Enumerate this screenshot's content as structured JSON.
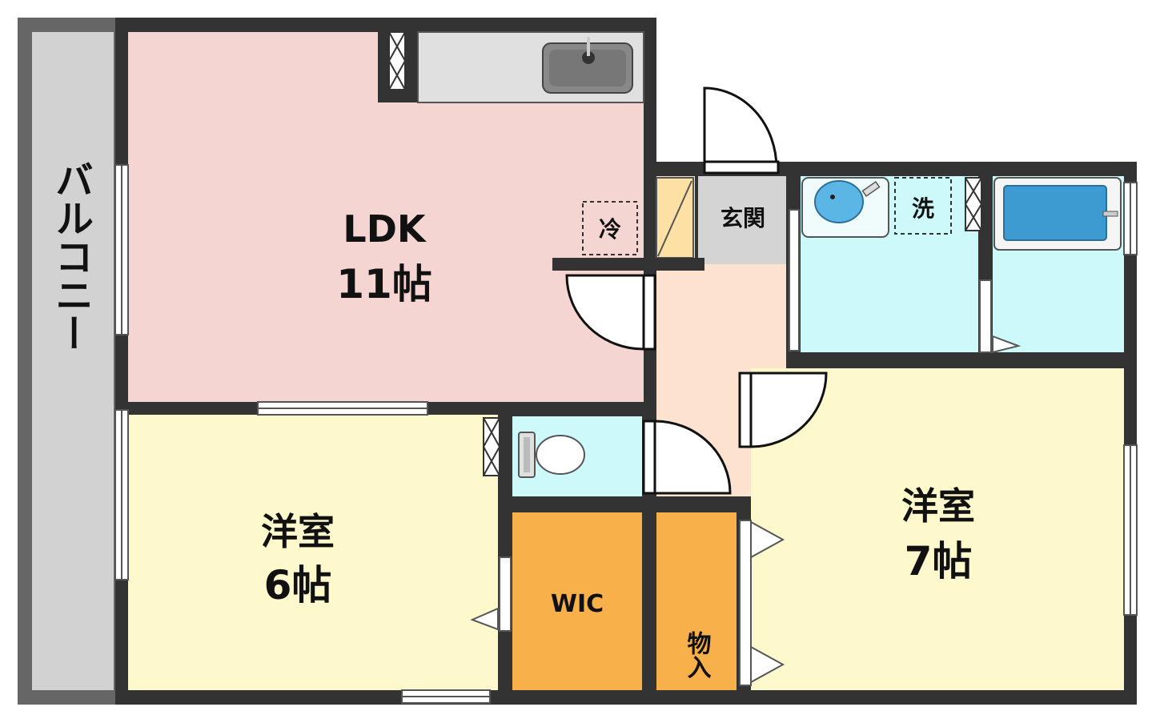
{
  "balcony": {
    "label": "バルコニー"
  },
  "ldk": {
    "name": "LDK",
    "size": "11帖"
  },
  "western_room_left": {
    "name": "洋室",
    "size": "6帖"
  },
  "western_room_right": {
    "name": "洋室",
    "size": "7帖"
  },
  "wic": {
    "label": "WIC"
  },
  "storage": {
    "label": "物入"
  },
  "entrance": {
    "label": "玄関"
  },
  "fridge": {
    "label": "冷"
  },
  "washer": {
    "label": "洗"
  },
  "colors": {
    "ldk": "#f5d5d2",
    "western": "#fdf9cc",
    "hall": "#fde3cf",
    "wet": "#cdf9fb",
    "closet": "#f7b04a",
    "balcony": "#d2d2d2",
    "wall": "#333333"
  }
}
